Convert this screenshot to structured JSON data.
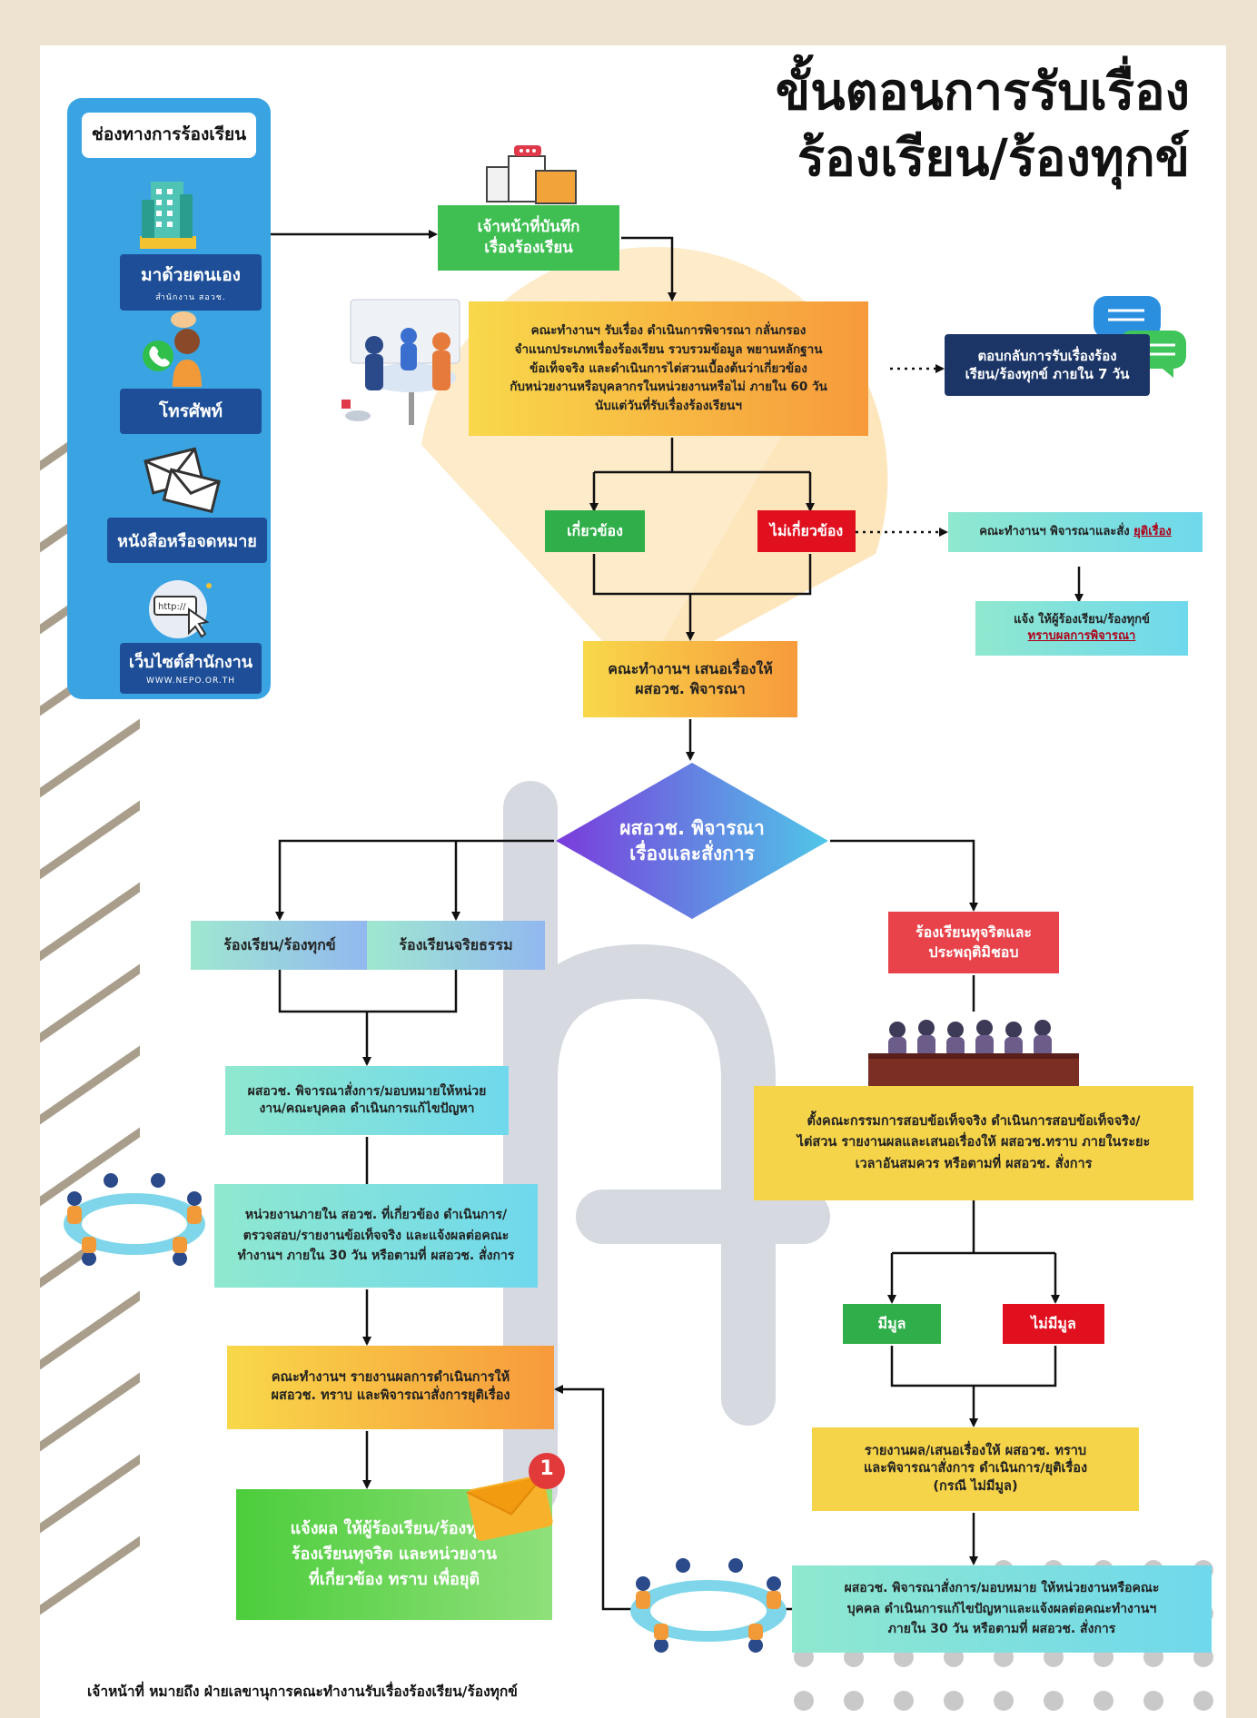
{
  "title": {
    "line1": "ขั้นตอนการรับเรื่อง",
    "line2": "ร้องเรียน/ร้องทุกข์"
  },
  "channels": {
    "heading": "ช่องทางการร้องเรียน",
    "items": [
      {
        "label": "มาด้วยตนเอง",
        "sub": "สำนักงาน สอวช.",
        "icon": "building-icon"
      },
      {
        "label": "โทรศัพท์",
        "sub": "",
        "icon": "phone-icon"
      },
      {
        "label": "หนังสือหรือจดหมาย",
        "sub": "",
        "icon": "envelope-icon"
      },
      {
        "label": "เว็บไซต์สำนักงาน",
        "sub": "WWW.NEPO.OR.TH",
        "icon": "website-icon"
      }
    ]
  },
  "nodes": {
    "record": "เจ้าหน้าที่บันทึก\nเรื่องร้องเรียน",
    "screen": "คณะทำงานฯ รับเรื่อง ดำเนินการพิจารณา กลั่นกรอง\nจำแนกประเภทเรื่องร้องเรียน รวบรวมข้อมูล พยานหลักฐาน\nข้อเท็จจริง และดำเนินการไต่สวนเบื้องต้นว่าเกี่ยวข้อง\nกับหน่วยงานหรือบุคลากรในหน่วยงานหรือไม่ ภายใน 60 วัน\nนับแต่วันที่รับเรื่องร้องเรียนฯ",
    "reply": "ตอบกลับการรับเรื่องร้อง\nเรียน/ร้องทุกข์ ภายใน 7 วัน",
    "related": "เกี่ยวข้อง",
    "unrelated": "ไม่เกี่ยวข้อง",
    "dismiss_prefix": "คณะทำงานฯ พิจารณาและสั่ง ",
    "dismiss_emph": "ยุติเรื่อง",
    "notify_prefix": "แจ้ง ให้ผู้ร้องเรียน/ร้องทุกข์",
    "notify_emph": "ทราบผลการพิจารณา",
    "propose": "คณะทำงานฯ เสนอเรื่องให้\nผสอวช. พิจารณา",
    "decision": "ผสอวช. พิจารณา\nเรื่องและสั่งการ",
    "complaint": "ร้องเรียน/ร้องทุกข์",
    "ethics": "ร้องเรียนจริยธรรม",
    "corruption": "ร้องเรียนทุจริตและ\nประพฤติมิชอบ",
    "assign_left": "ผสอวช. พิจารณาสั่งการ/มอบหมายให้หน่วย\nงาน/คณะบุคคล ดำเนินการแก้ไขปัญหา",
    "units_investigate": "หน่วยงานภายใน สอวช. ที่เกี่ยวข้อง ดำเนินการ/\nตรวจสอบ/รายงานข้อเท็จจริง และแจ้งผลต่อคณะ\nทำงานฯ ภายใน 30 วัน หรือตามที่ ผสอวช. สั่งการ",
    "committee": "ตั้งคณะกรรมการสอบข้อเท็จจริง ดำเนินการสอบข้อเท็จจริง/\nไต่สวน รายงานผลและเสนอเรื่องให้ ผสอวช.ทราบ ภายในระยะ\nเวลาอันสมควร หรือตามที่ ผสอวช. สั่งการ",
    "has_grounds": "มีมูล",
    "no_grounds": "ไม่มีมูล",
    "report_right": "รายงานผล/เสนอเรื่องให้ ผสอวช. ทราบ\nและพิจารณาสั่งการ ดำเนินการ/ยุติเรื่อง\n(กรณี ไม่มีมูล)",
    "assign_right": "ผสอวช. พิจารณาสั่งการ/มอบหมาย ให้หน่วยงานหรือคณะ\nบุคคล ดำเนินการแก้ไขปัญหาและแจ้งผลต่อคณะทำงานฯ\nภายใน 30 วัน หรือตามที่ ผสอวช. สั่งการ",
    "report_left": "คณะทำงานฯ รายงานผลการดำเนินการให้\nผสอวช. ทราบ และพิจารณาสั่งการยุติเรื่อง",
    "final": "แจ้งผล ให้ผู้ร้องเรียน/ร้องทุกข์\nร้องเรียนทุจริต และหน่วยงาน\nที่เกี่ยวข้อง ทราบ เพื่อยุติ",
    "badge": "1"
  },
  "footnote": "เจ้าหน้าที่ หมายถึง ฝ่ายเลขานุการคณะทำงานรับเรื่องร้องเรียน/ร้องทุกข์",
  "icons": [
    "documents-icon",
    "team-meeting-icon",
    "chat-bubbles-icon",
    "committee-panel-icon",
    "round-table-icon",
    "round-table-icon",
    "mail-notification-icon"
  ],
  "colors": {
    "channelPanel": "#3aa4e3",
    "channelLabel": "#1d4e97",
    "related": "#2fae4a",
    "unrelated": "#e0101f",
    "decision": "#7a3bdc",
    "cyan": "#4fd6e2",
    "yellow": "#f6d44a",
    "orange": "#f79a3c",
    "green": "#4ccd3b",
    "navy": "#1b3566"
  }
}
